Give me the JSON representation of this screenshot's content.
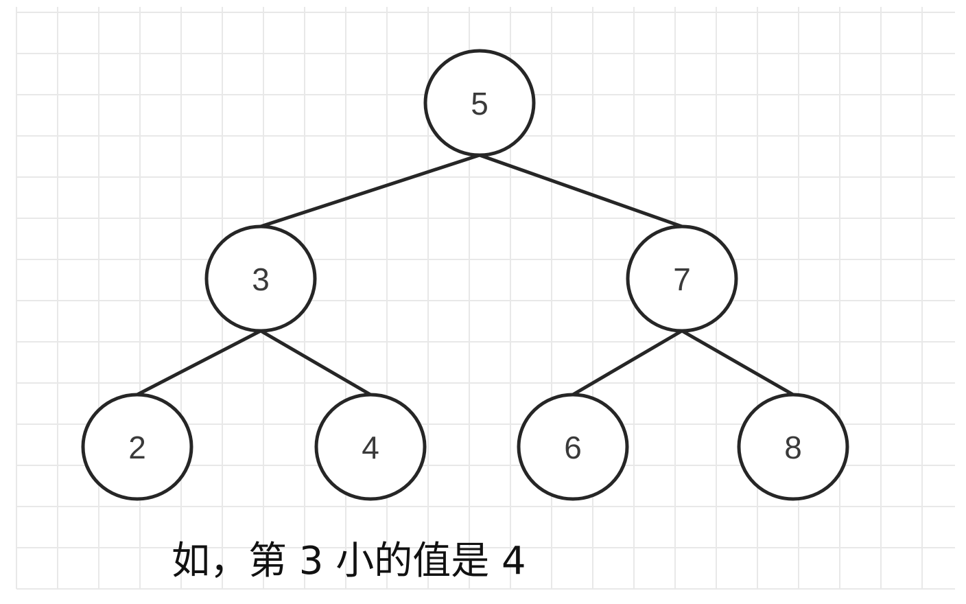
{
  "diagram": {
    "type": "binary-search-tree",
    "nodes": [
      {
        "id": "n5",
        "label": "5"
      },
      {
        "id": "n3",
        "label": "3"
      },
      {
        "id": "n7",
        "label": "7"
      },
      {
        "id": "n2",
        "label": "2"
      },
      {
        "id": "n4",
        "label": "4"
      },
      {
        "id": "n6",
        "label": "6"
      },
      {
        "id": "n8",
        "label": "8"
      }
    ],
    "edges": [
      {
        "from": "n5",
        "to": "n3"
      },
      {
        "from": "n5",
        "to": "n7"
      },
      {
        "from": "n3",
        "to": "n2"
      },
      {
        "from": "n3",
        "to": "n4"
      },
      {
        "from": "n7",
        "to": "n6"
      },
      {
        "from": "n7",
        "to": "n8"
      }
    ]
  },
  "caption": "如，第 3 小的值是 4",
  "colors": {
    "grid_line": "#e8e8e8",
    "stroke": "#262626",
    "background": "#ffffff"
  }
}
